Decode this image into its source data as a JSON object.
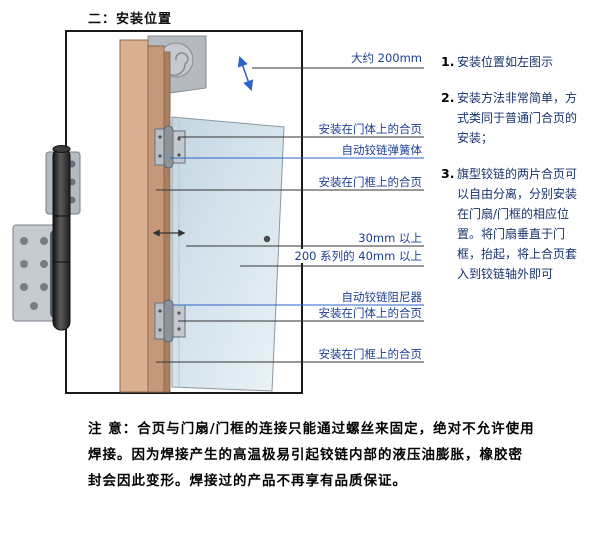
{
  "title": "二：安装位置",
  "colors": {
    "label_blue": "#1c3f94",
    "callout_line": "#333333",
    "accent_blue": "#2a63c9",
    "frame_tan": "#d8b294",
    "door_blue": "#d7e5ee"
  },
  "callouts": [
    {
      "id": "approx-200mm",
      "label": "大约 200mm"
    },
    {
      "id": "hinge-on-door-top",
      "label": "安装在门体上的合页"
    },
    {
      "id": "spring-body",
      "label": "自动铰链弹簧体"
    },
    {
      "id": "hinge-on-frame-top",
      "label": "安装在门框上的合页"
    },
    {
      "id": "gap-30mm",
      "label": "30mm 以上"
    },
    {
      "id": "gap-40mm-200series",
      "label": "200 系列的 40mm 以上"
    },
    {
      "id": "damper-body",
      "label": "自动铰链阻尼器"
    },
    {
      "id": "hinge-on-door-bottom",
      "label": "安装在门体上的合页"
    },
    {
      "id": "hinge-on-frame-bottom",
      "label": "安装在门框上的合页"
    }
  ],
  "instructions": [
    {
      "num": "1.",
      "text": "安装位置如左图示"
    },
    {
      "num": "2.",
      "text": "安装方法非常简单，方式类同于普通门合页的安装；"
    },
    {
      "num": "3.",
      "text": "旗型铰链的两片合页可以自由分离，分别安装在门扇/门框的相应位置。将门扇垂直于门框，抬起，将上合页套入到铰链轴外即可"
    }
  ],
  "warning": "注 意：合页与门扇/门框的连接只能通过螺丝来固定，绝对不允许使用焊接。因为焊接产生的高温极易引起铰链内部的液压油膨胀，橡胶密封会因此变形。焊接过的产品不再享有品质保证。"
}
